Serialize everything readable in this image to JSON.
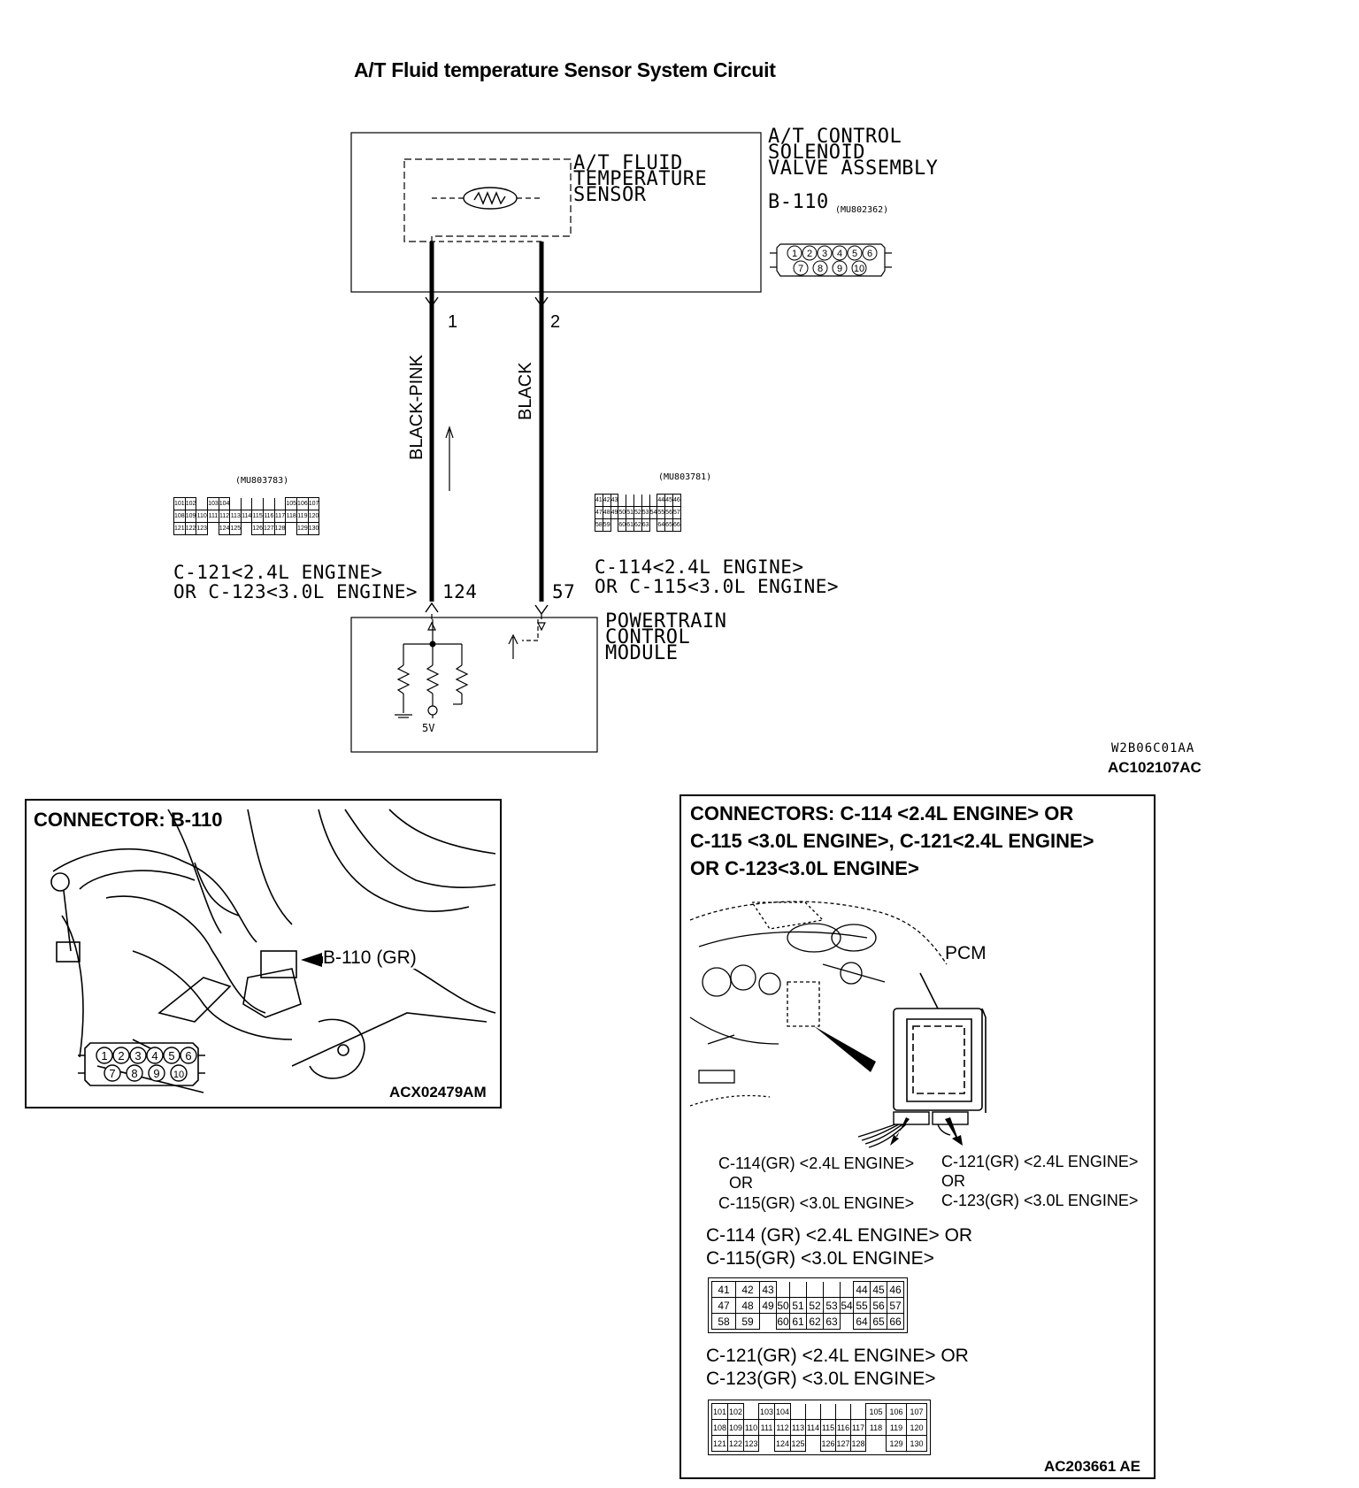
{
  "title": "A/T Fluid temperature Sensor System Circuit",
  "diagram": {
    "sensor_label": "A/T FLUID\nTEMPERATURE\nSENSOR",
    "valve_assembly_label": "A/T CONTROL\nSOLENOID\nVALVE ASSEMBLY",
    "valve_connector_id": "B-110",
    "valve_part_no": "(MU802362)",
    "valve_pins_top": [
      "1",
      "2",
      "3",
      "4",
      "5",
      "6"
    ],
    "valve_pins_bottom": [
      "7",
      "8",
      "9",
      "10"
    ],
    "pin1": "1",
    "pin2": "2",
    "wire1_color": "BLACK-PINK",
    "wire2_color": "BLACK",
    "left_conn_part_no": "(MU803783)",
    "right_conn_part_no": "(MU803781)",
    "left_conn_label": "C-121<2.4L ENGINE>\nOR C-123<3.0L ENGINE>",
    "right_conn_label": "C-114<2.4L ENGINE>\nOR C-115<3.0L ENGINE>",
    "pcm_pin_left": "124",
    "pcm_pin_right": "57",
    "pcm_label": "POWERTRAIN\nCONTROL\nMODULE",
    "voltage": "5V",
    "code1": "W2B06C01AA",
    "code2": "AC102107AC"
  },
  "panel_left": {
    "title": "CONNECTOR: B-110",
    "callout": "B-110 (GR)",
    "pins_top": [
      "1",
      "2",
      "3",
      "4",
      "5",
      "6"
    ],
    "pins_bottom": [
      "7",
      "8",
      "9",
      "10"
    ],
    "code": "ACX02479AM"
  },
  "panel_right": {
    "title_line1": "CONNECTORS: C-114 <2.4L ENGINE> OR",
    "title_line2": "C-115 <3.0L ENGINE>, C-121<2.4L ENGINE>",
    "title_line3": "OR C-123<3.0L ENGINE>",
    "pcm": "PCM",
    "callout_left_1": "C-114(GR) <2.4L ENGINE>",
    "callout_left_2": "OR",
    "callout_left_3": "C-115(GR) <3.0L ENGINE>",
    "callout_right_1": "C-121(GR) <2.4L ENGINE>",
    "callout_right_2": "OR",
    "callout_right_3": "C-123(GR) <3.0L ENGINE>",
    "conn1_title_1": "C-114 (GR) <2.4L ENGINE> OR",
    "conn1_title_2": "C-115(GR) <3.0L ENGINE>",
    "conn2_title_1": "C-121(GR) <2.4L ENGINE> OR",
    "conn2_title_2": "C-123(GR) <3.0L ENGINE>",
    "code": "AC203661 AE",
    "grid114": [
      [
        "41",
        "42",
        "43",
        "",
        "",
        "",
        "",
        "",
        "44",
        "45",
        "46"
      ],
      [
        "47",
        "48",
        "49",
        "50",
        "51",
        "52",
        "53",
        "54",
        "55",
        "56",
        "57"
      ],
      [
        "58",
        "59",
        "",
        "60",
        "61",
        "62",
        "63",
        "",
        "64",
        "65",
        "66"
      ]
    ],
    "grid121": [
      [
        "101",
        "102",
        "",
        "103",
        "104",
        "",
        "",
        "",
        "",
        "",
        "105",
        "106",
        "107"
      ],
      [
        "108",
        "109",
        "110",
        "111",
        "112",
        "113",
        "114",
        "115",
        "116",
        "117",
        "118",
        "119",
        "120"
      ],
      [
        "121",
        "122",
        "123",
        "",
        "124",
        "125",
        "",
        "126",
        "127",
        "128",
        "",
        "129",
        "130"
      ]
    ]
  }
}
